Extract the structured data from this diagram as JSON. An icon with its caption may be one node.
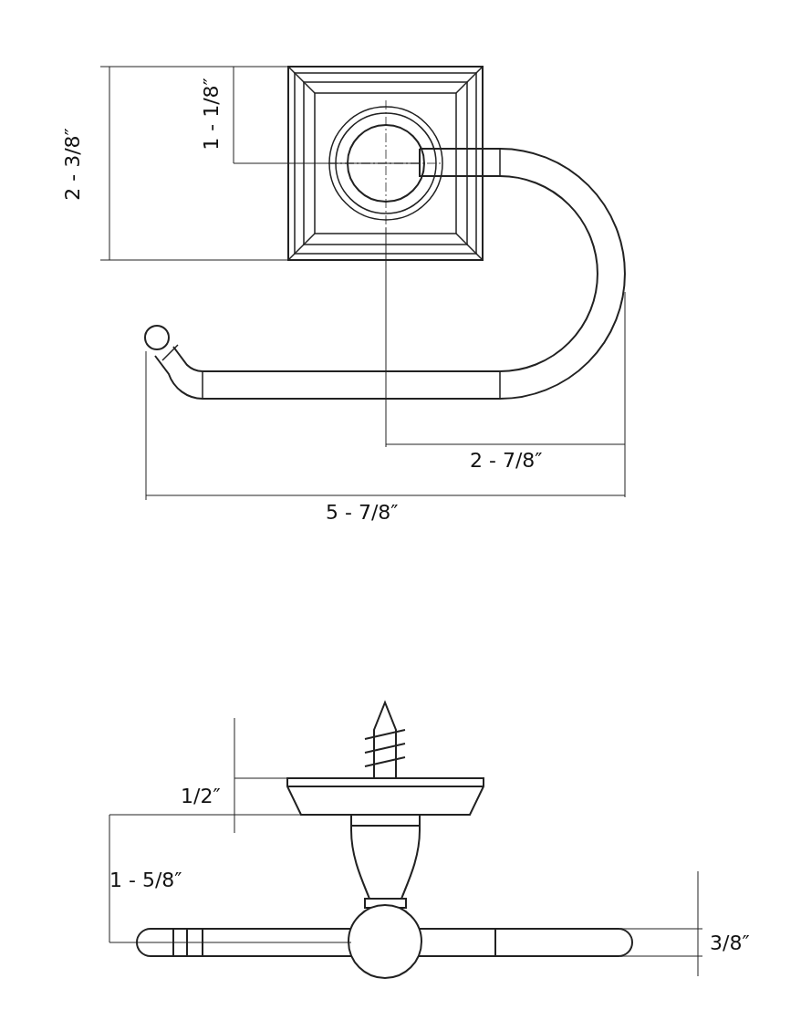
{
  "diagram": {
    "labels": [
      "2 - 3/8″",
      "1 - 1/8″",
      "2 - 7/8″",
      "5 - 7/8″",
      "1/2″",
      "1 - 5/8″",
      "3/8″"
    ]
  }
}
